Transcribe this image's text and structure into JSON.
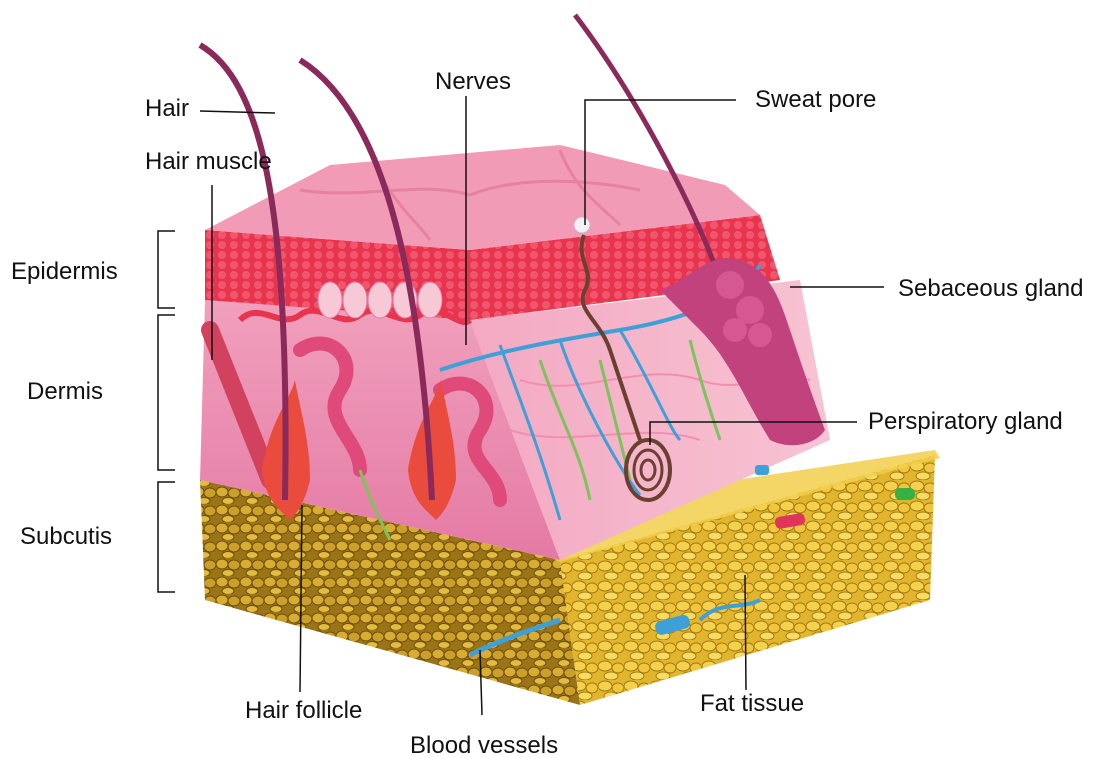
{
  "labels": {
    "hair": "Hair",
    "hair_muscle": "Hair muscle",
    "nerves": "Nerves",
    "sweat_pore": "Sweat pore",
    "epidermis": "Epidermis",
    "dermis": "Dermis",
    "subcutis": "Subcutis",
    "sebaceous_gland": "Sebaceous gland",
    "perspiratory_gland": "Perspiratory gland",
    "hair_follicle": "Hair follicle",
    "fat_tissue": "Fat tissue",
    "blood_vessels": "Blood vessels"
  },
  "colors": {
    "epidermis_top": "#f39bb8",
    "epidermis_red": "#e8344f",
    "dermis": "#ef8fb0",
    "dermis_side": "#f6b6c9",
    "fat": "#e8c23a",
    "fat_dark": "#b38a1a",
    "hair": "#8a2a5a",
    "nerve": "#3fa0d8",
    "vessel_green": "#7cc35a",
    "gland": "#c2427e",
    "sweat_duct": "#6b4030",
    "leader": "#111111"
  }
}
